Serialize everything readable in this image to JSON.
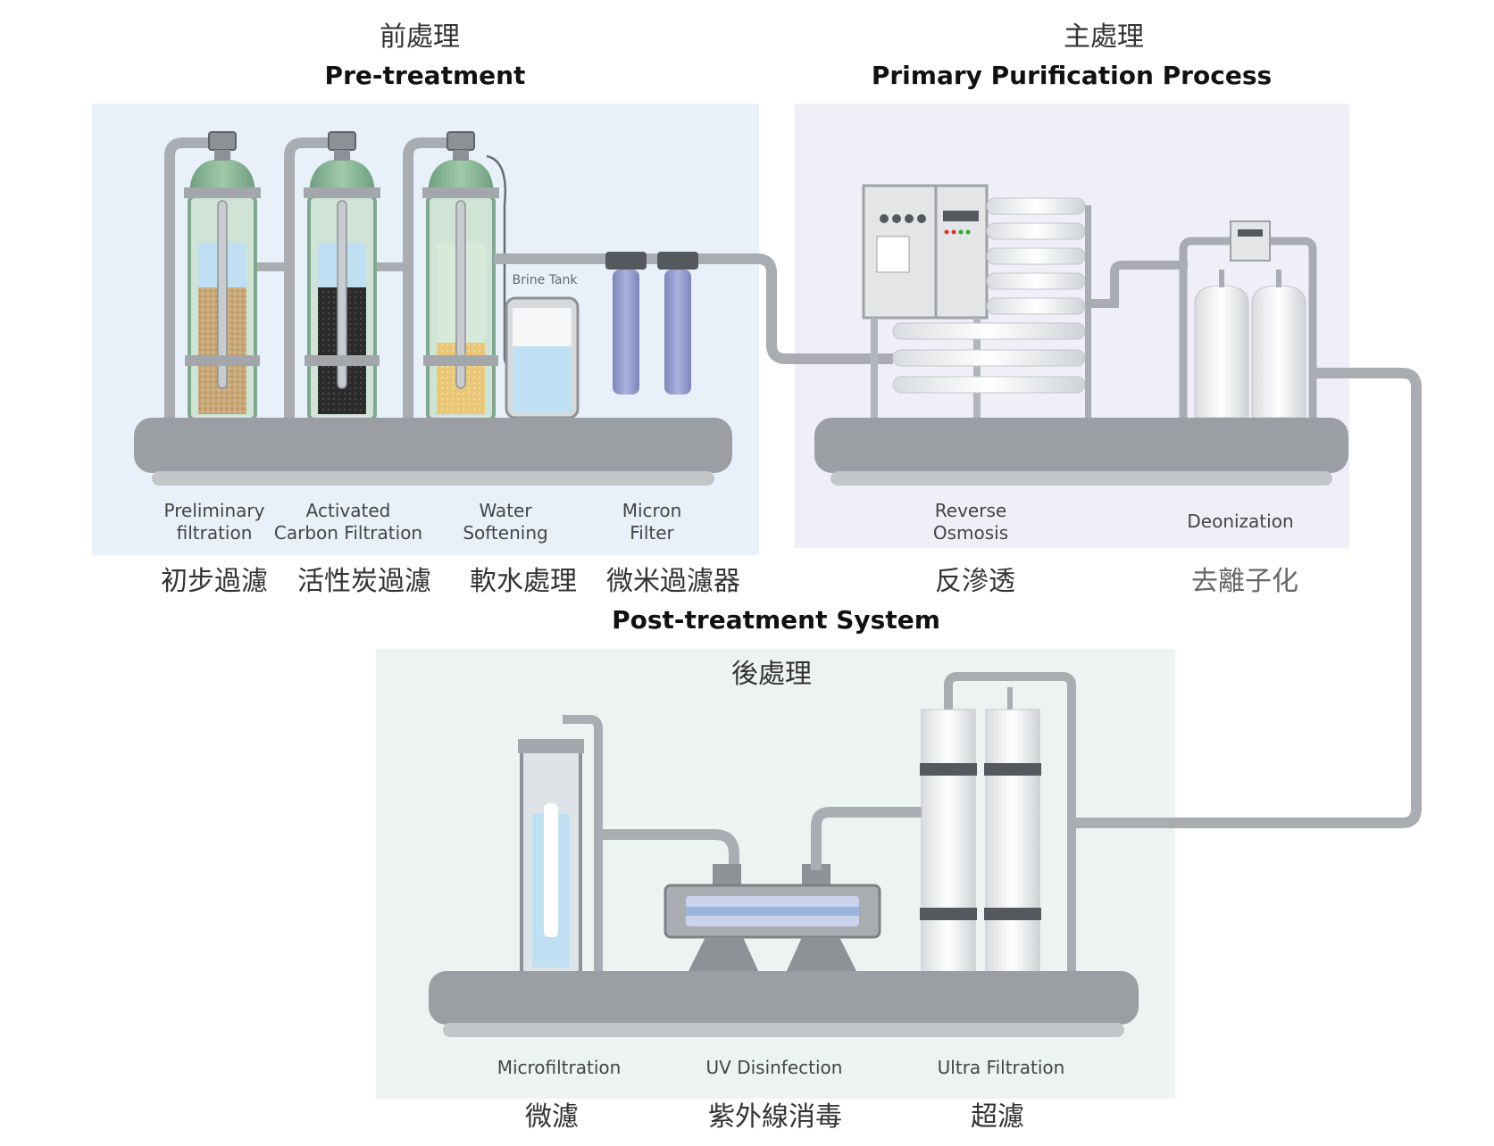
{
  "sections": {
    "pre": {
      "title_zh": "前處理",
      "title_en": "Pre-treatment",
      "stages": [
        {
          "en": "Preliminary\nfiltration",
          "zh": "初步過濾"
        },
        {
          "en": "Activated\nCarbon Filtration",
          "zh": "活性炭過濾"
        },
        {
          "en": "Water\nSoftening",
          "zh": "軟水處理"
        },
        {
          "en": "Micron\nFilter",
          "zh": "微米過濾器"
        }
      ],
      "brine_tank": "Brine Tank"
    },
    "primary": {
      "title_zh": "主處理",
      "title_en": "Primary Purification Process",
      "stages": [
        {
          "en": "Reverse\nOsmosis",
          "zh": "反滲透"
        },
        {
          "en": "Deonization",
          "zh": "去離子化"
        }
      ]
    },
    "post": {
      "title_en": "Post-treatment System",
      "title_zh": "後處理",
      "stages": [
        {
          "en": "Microfiltration",
          "zh": "微濾"
        },
        {
          "en": "UV Disinfection",
          "zh": "紫外線消毒"
        },
        {
          "en": "Ultra Filtration",
          "zh": "超濾"
        }
      ]
    }
  },
  "colors": {
    "pre_panel": "#e8f1fa",
    "primary_panel": "#f0eef6",
    "post_panel": "#edf3f1",
    "pipe": "#a9adb1",
    "base": "#9b9ea2",
    "tank_green": "#8fbf9f",
    "sand": "#c9a97a",
    "carbon": "#2b2b2b",
    "resin": "#e9c777",
    "micron_blue": "#8f97c9",
    "water": "#bfe0f2"
  }
}
